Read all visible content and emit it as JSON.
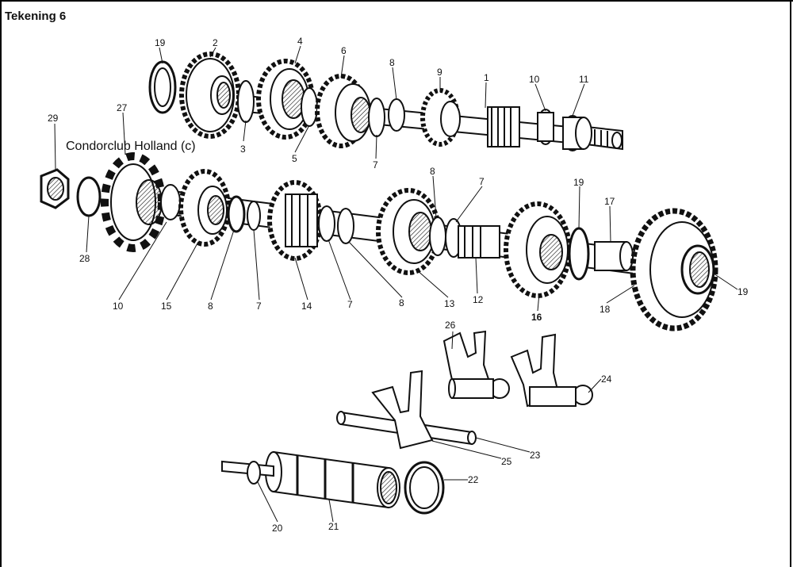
{
  "title": "Tekening 6",
  "watermark": "Condorclub Holland (c)",
  "labels": {
    "upper_shaft": [
      "19",
      "2",
      "4",
      "6",
      "8",
      "9",
      "1",
      "10",
      "11",
      "3",
      "5",
      "7",
      "29",
      "27"
    ],
    "lower_shaft": [
      "28",
      "10",
      "15",
      "8",
      "7",
      "14",
      "7",
      "8",
      "13",
      "12",
      "16",
      "8",
      "7",
      "19",
      "17",
      "18",
      "19"
    ],
    "shift_parts": [
      "26",
      "24",
      "23",
      "25",
      "22",
      "20",
      "21"
    ]
  },
  "colors": {
    "ink": "#111111",
    "paper": "#ffffff"
  }
}
